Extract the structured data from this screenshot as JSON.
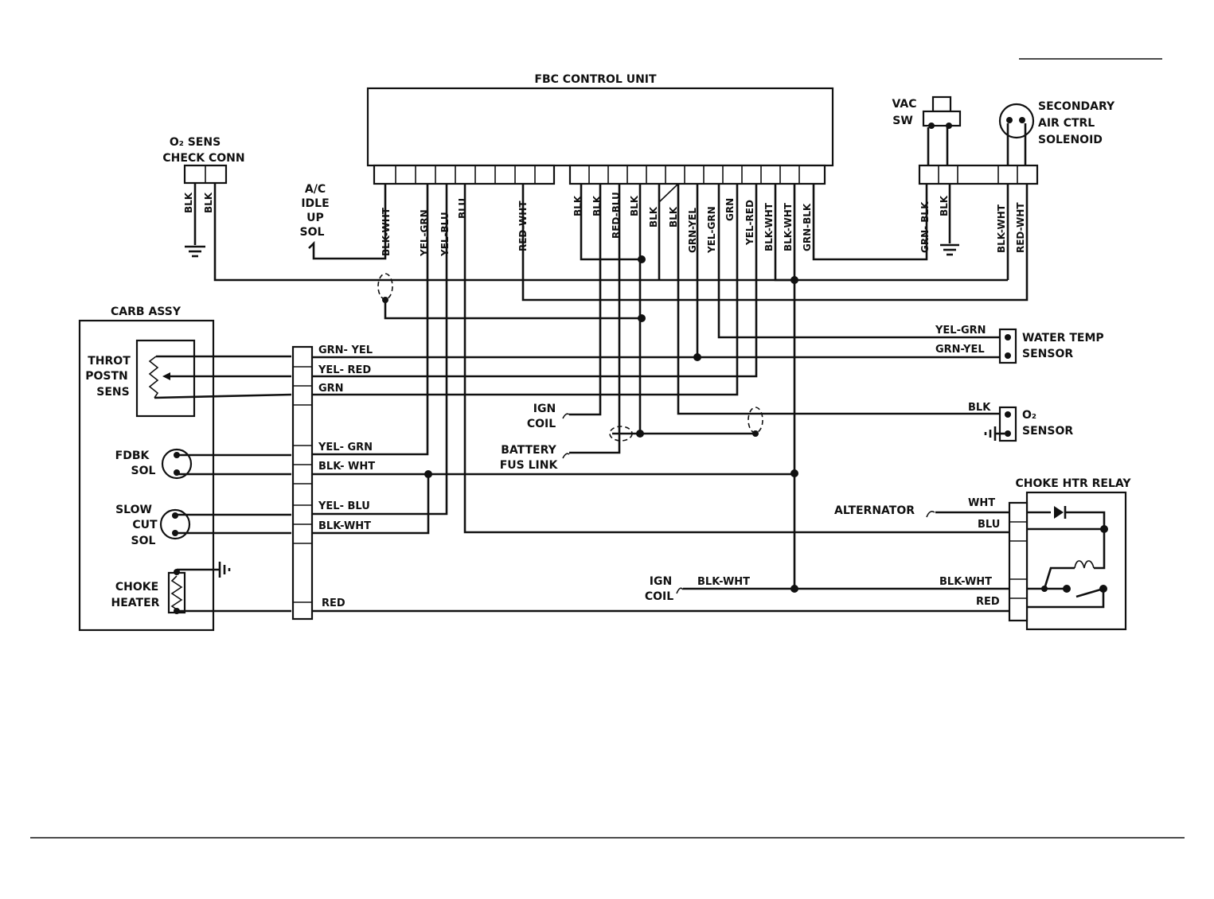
{
  "title": "FBC CONTROL UNIT",
  "components": {
    "o2_check_conn": [
      "O₂ SENS",
      "CHECK CONN"
    ],
    "ac_idle_up": [
      "A/C",
      "IDLE",
      "UP",
      "SOL"
    ],
    "vac_sw": [
      "VAC",
      "SW"
    ],
    "sec_air": [
      "SECONDARY",
      "AIR CTRL",
      "SOLENOID"
    ],
    "carb_assy": "CARB ASSY",
    "throt_sens": [
      "THROT",
      "POSTN",
      "SENS"
    ],
    "fdbk_sol": [
      "FDBK",
      "SOL"
    ],
    "slow_cut_sol": [
      "SLOW",
      "CUT",
      "SOL"
    ],
    "choke_heater": [
      "CHOKE",
      "HEATER"
    ],
    "ign_coil": [
      "IGN",
      "COIL"
    ],
    "battery": [
      "BATTERY",
      "FUS LINK"
    ],
    "water_temp": [
      "WATER TEMP",
      "SENSOR"
    ],
    "o2_sensor": [
      "O₂",
      "SENSOR"
    ],
    "choke_relay": "CHOKE HTR RELAY",
    "alternator": "ALTERNATOR",
    "ign_coil_2": [
      "IGN",
      "COIL"
    ]
  },
  "ecu_pins": {
    "blk_wht_1": "BLK-WHT",
    "yel_grn": "YEL-GRN",
    "yel_blu": "YEL-BLU",
    "blu": "BLU",
    "red_wht": "RED-WHT",
    "blk_1": "BLK",
    "blk_2": "BLK",
    "red_blu": "RED-BLU",
    "blk_3": "BLK",
    "blk_4": "BLK",
    "blk_5": "BLK",
    "grn_yel": "GRN-YEL",
    "yel_grn_2": "YEL-GRN",
    "grn": "GRN",
    "yel_red": "YEL-RED",
    "blk_wht_2": "BLK-WHT",
    "blk_wht_3": "BLK-WHT",
    "grn_blk": "GRN-BLK"
  },
  "conn_wires": {
    "o2_blk_1": "BLK",
    "o2_blk_2": "BLK",
    "vac_grn_blk": "GRN- BLK",
    "vac_blk": "BLK",
    "sec_blk_wht": "BLK-WHT",
    "sec_red_wht": "RED-WHT"
  },
  "carb_wires": {
    "grn_yel": "GRN- YEL",
    "yel_red": "YEL- RED",
    "grn": "GRN",
    "yel_grn": "YEL- GRN",
    "blk_wht_1": "BLK- WHT",
    "yel_blu": "YEL- BLU",
    "blk_wht_2": "BLK-WHT",
    "red": "RED"
  },
  "right_wires": {
    "wt_yel_grn": "YEL-GRN",
    "wt_grn_yel": "GRN-YEL",
    "o2_blk": "BLK",
    "relay_wht": "WHT",
    "relay_blu": "BLU",
    "relay_blk_wht": "BLK-WHT",
    "relay_red": "RED",
    "ign_blk_wht": "BLK-WHT"
  },
  "colors": {
    "ink": "#111111",
    "paper": "#ffffff"
  }
}
